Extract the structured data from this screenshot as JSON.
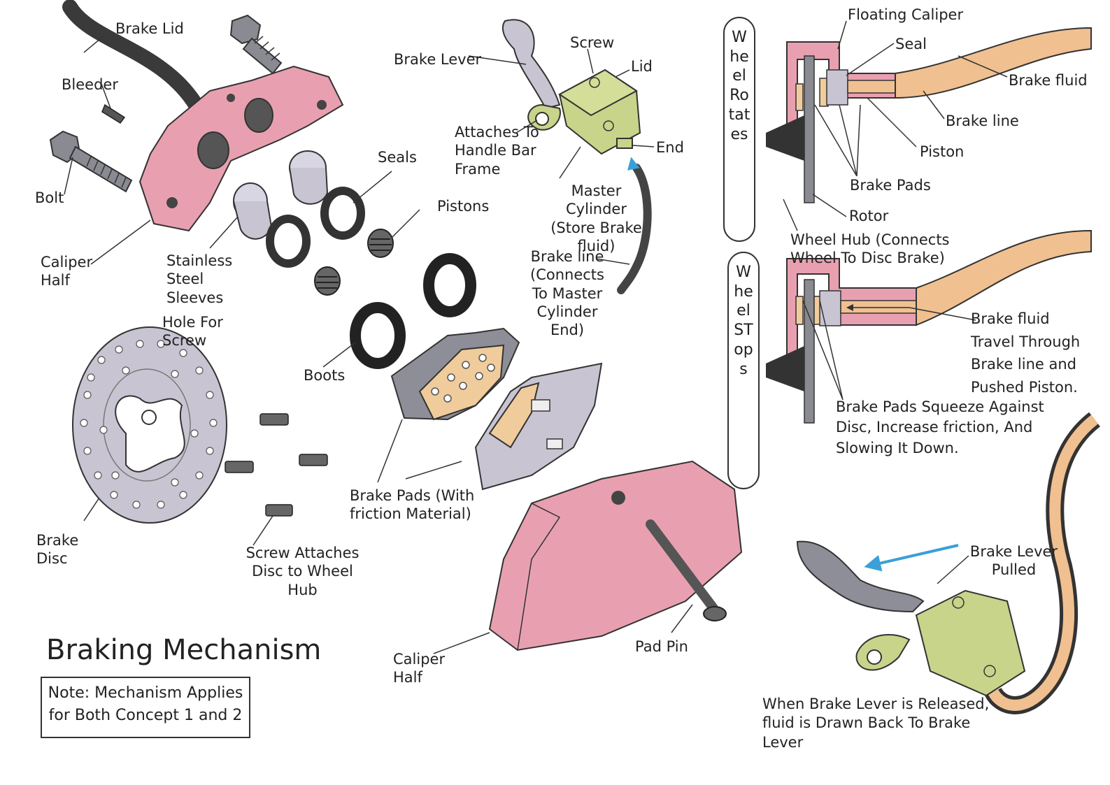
{
  "title": "Braking Mechanism",
  "note": "Note: Mechanism Applies for Both Concept 1 and 2",
  "exploded_view": {
    "brake_lid": "Brake Lid",
    "bleeder": "Bleeder",
    "bolt": "Bolt",
    "caliper_half": "Caliper Half",
    "stainless_steel_sleeves": "Stainless Steel Sleeves",
    "seals": "Seals",
    "pistons": "Pistons",
    "boots": "Boots",
    "brake_pads": "Brake Pads (With friction Material)",
    "hole_for_screw": "Hole For Screw",
    "brake_disc": "Brake Disc",
    "screw_attaches": "Screw Attaches Disc to Wheel Hub",
    "caliper_half_2": "Caliper Half",
    "pad_pin": "Pad Pin"
  },
  "master_cylinder": {
    "brake_lever": "Brake Lever",
    "screw": "Screw",
    "lid": "Lid",
    "attaches": "Attaches To Handle Bar Frame",
    "end": "End",
    "master_cylinder": "Master Cylinder (Store Brake fluid)",
    "brake_line": "Brake line (Connects To Master Cylinder End)"
  },
  "section_rotates": {
    "wheel_label": "Wheel Rotates",
    "floating_caliper": "Floating Caliper",
    "seal": "Seal",
    "brake_fluid": "Brake fluid",
    "brake_line": "Brake line",
    "piston": "Piston",
    "brake_pads": "Brake Pads",
    "rotor": "Rotor",
    "wheel_hub": "Wheel Hub (Connects Wheel To Disc Brake)"
  },
  "section_stops": {
    "wheel_label": "Wheel STops",
    "fluid_note": "Brake fluid Travel Through Brake line and Pushed Piston.",
    "squeeze_note": "Brake Pads Squeeze Against Disc, Increase friction, And Slowing It Down."
  },
  "lever_pull": {
    "pulled": "Brake Lever Pulled",
    "released": "When Brake Lever is Released, fluid is Drawn Back To Brake Lever"
  },
  "colors": {
    "caliper": "#e8a0b0",
    "master_cylinder": "#c8d48a",
    "brake_fluid": "#f0c090",
    "rotor": "#c8c4d2",
    "pad_friction": "#f0cc9c",
    "rubber": "#444444",
    "steel": "#9a9aa4",
    "arrow": "#3aa0d8"
  }
}
